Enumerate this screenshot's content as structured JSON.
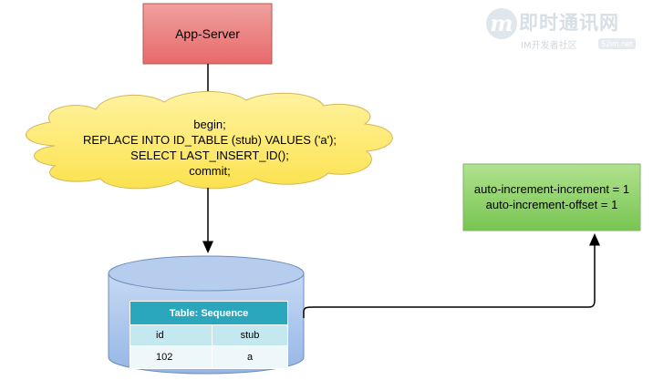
{
  "diagram": {
    "app_server": {
      "label": "App-Server"
    },
    "transaction": {
      "lines": [
        "begin;",
        "REPLACE INTO ID_TABLE (stub) VALUES ('a');",
        "SELECT LAST_INSERT_ID();",
        "commit;"
      ]
    },
    "config": {
      "lines": [
        "auto-increment-increment = 1",
        "auto-increment-offset = 1"
      ]
    },
    "database": {
      "table": {
        "title": "Table: Sequence",
        "columns": [
          "id",
          "stub"
        ],
        "rows": [
          [
            "102",
            "a"
          ]
        ]
      }
    }
  },
  "watermark": {
    "logo_letter": "m",
    "title": "即时通讯网",
    "subtitle": "IM开发者社区",
    "domain": "52im.net"
  },
  "colors": {
    "app_server_fill": "#f08080",
    "app_server_stroke": "#c0392b",
    "cloud_fill": "#ffee6b",
    "cloud_stroke": "#d6b656",
    "config_fill": "#8cd263",
    "config_stroke": "#5a9a3a",
    "db_fill": "#a7c4ec",
    "db_stroke": "#6c8ebf",
    "table_header": "#2ba7bd"
  }
}
